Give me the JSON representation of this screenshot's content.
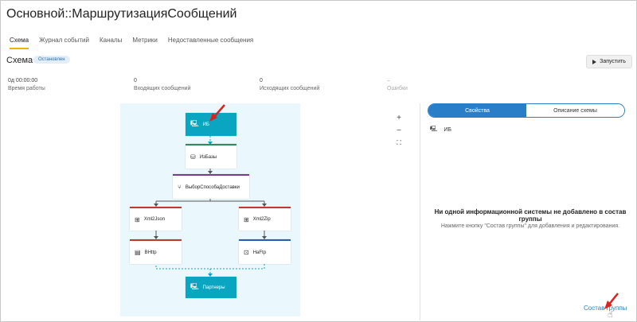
{
  "window": {
    "title": "Основной::МаршрутизацияСообщений"
  },
  "tabs": [
    {
      "label": "Схема",
      "active": true
    },
    {
      "label": "Журнал событий"
    },
    {
      "label": "Каналы"
    },
    {
      "label": "Метрики"
    },
    {
      "label": "Недоставленные сообщения"
    }
  ],
  "scheme": {
    "title": "Схема",
    "status": "Остановлен",
    "run_label": "Запустить"
  },
  "stats": [
    {
      "value": "0д 00:00:00",
      "label": "Время работы"
    },
    {
      "value": "0",
      "label": "Входящих сообщений"
    },
    {
      "value": "0",
      "label": "Исходящих сообщений"
    },
    {
      "value": "–",
      "label": "Ошибки"
    }
  ],
  "diagram": {
    "nodes": {
      "ib": "ИБ",
      "izbazy": "ИзБазы",
      "vybor": "ВыборСпособаДоставки",
      "xml2json": "Xml2Json",
      "xml2zip": "Xml2Zip",
      "bhttp": "BHttp",
      "naftp": "НаFtp",
      "partnery": "Партнеры"
    },
    "colors": {
      "teal": "#0aa5c0",
      "green": "#2e8b57",
      "purple": "#7b3b8c",
      "red": "#c0392b",
      "blue": "#2a5db0"
    }
  },
  "zoom": {
    "plus": "+",
    "minus": "−",
    "fit": "⛶"
  },
  "panel": {
    "tab_properties": "Свойства",
    "tab_description": "Описание схемы",
    "ib_item": "ИБ",
    "empty_title": "Ни одной информационной системы не добавлено в состав группы",
    "empty_subtitle": "Нажмите кнопку \"Состав группы\" для добавления и редактирования.",
    "group_link": "Состав группы"
  }
}
